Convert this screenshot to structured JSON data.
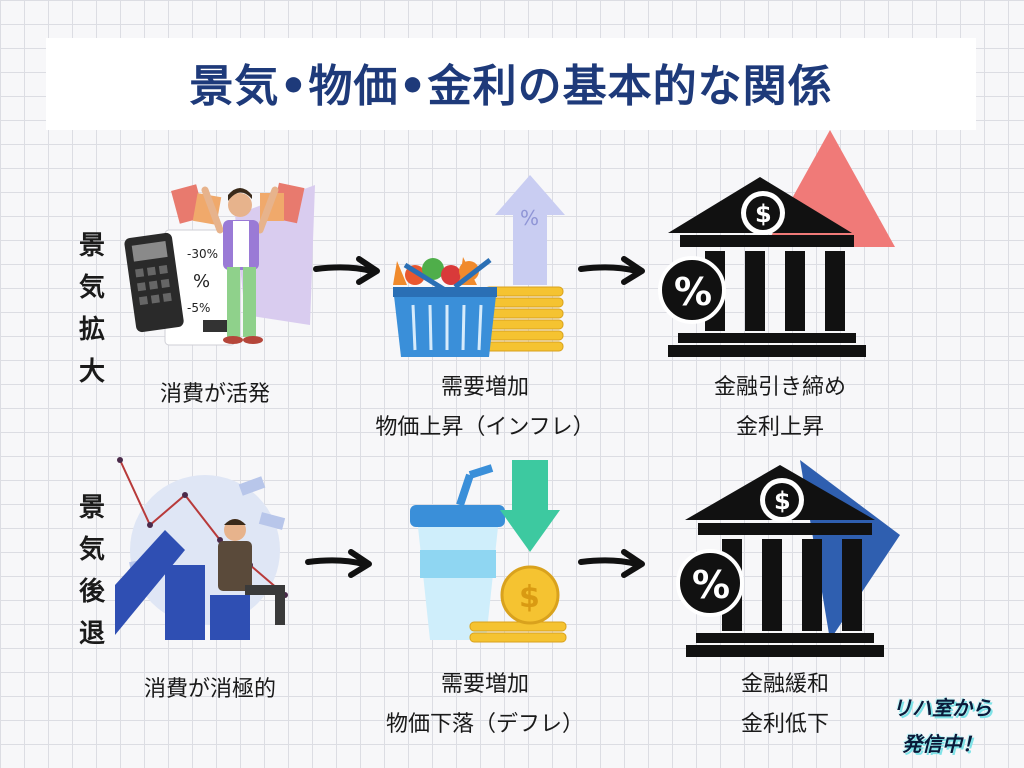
{
  "title": "景気•物価•金利の基本的な関係",
  "rows": {
    "expansion": {
      "label": "景\n気\n拡\n大",
      "label_chars": [
        "景",
        "気",
        "拡",
        "大"
      ],
      "stage1": "消費が活発",
      "stage2_line1": "需要増加",
      "stage2_line2": "物価上昇（インフレ）",
      "stage3_line1": "金融引き締め",
      "stage3_line2": "金利上昇"
    },
    "recession": {
      "label_chars": [
        "景",
        "気",
        "後",
        "退"
      ],
      "stage1": "消費が消極的",
      "stage2_line1": "需要増加",
      "stage2_line2": "物価下落（デフレ）",
      "stage3_line1": "金融緩和",
      "stage3_line2": "金利低下"
    }
  },
  "illustration_text": {
    "receipt_lines": [
      "-30%",
      "%",
      "-5%"
    ],
    "percent_sign": "%",
    "dollar_sign": "$"
  },
  "badge": {
    "line1": "リハ室から",
    "line2": "発信中！"
  },
  "colors": {
    "title": "#1e3a7a",
    "up_triangle": "#f07a78",
    "down_triangle": "#2f5fb0",
    "building": "#111111",
    "up_arrow_pale": "#c9cdf2",
    "down_arrow_green": "#3dc9a0",
    "bars_blue": "#2f4fb3",
    "coin": "#f5c331"
  }
}
